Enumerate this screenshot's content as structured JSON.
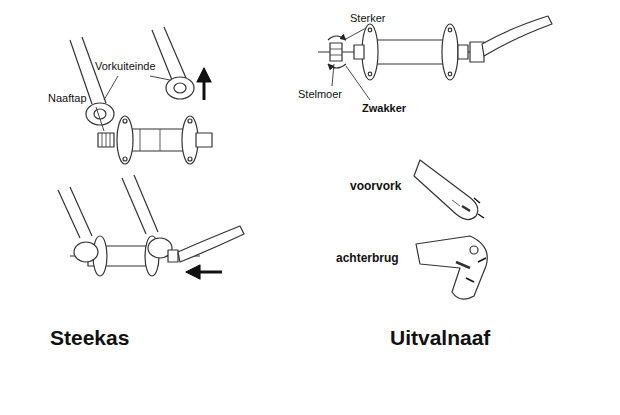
{
  "diagram": {
    "labels": [
      "Vorkuiteinde",
      "Naaftap",
      "Sterker",
      "Stelmoer",
      "Zwakker",
      "voorvork",
      "achterbrug",
      "Steekas",
      "Uitvalnaaf"
    ]
  }
}
